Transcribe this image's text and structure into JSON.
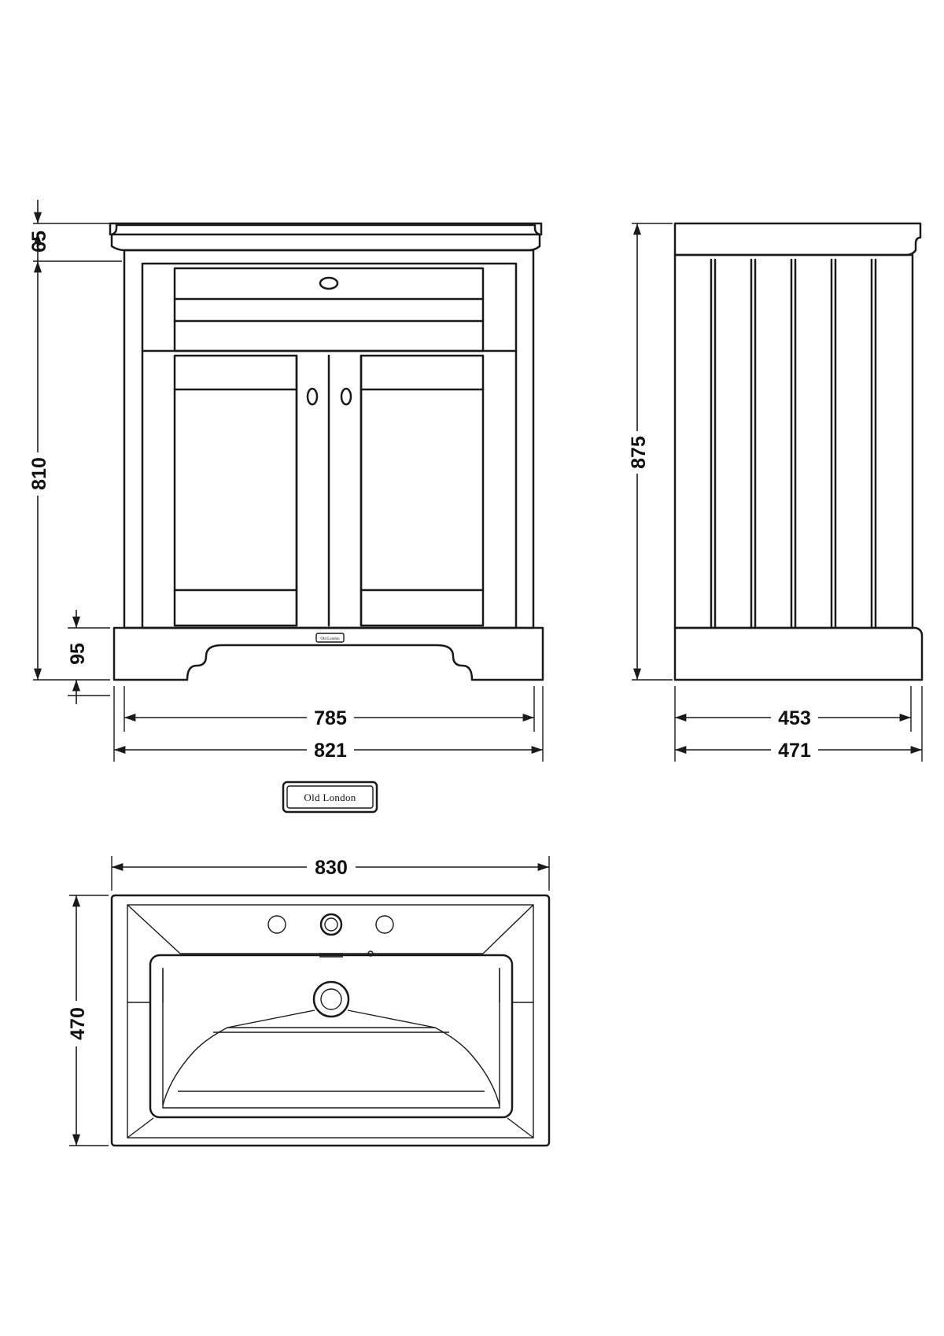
{
  "front_view": {
    "dim_top": "65",
    "dim_height": "810",
    "dim_plinth": "95",
    "dim_inner_width": "785",
    "dim_outer_width": "821",
    "badge_text": "Old London"
  },
  "side_view": {
    "dim_height": "875",
    "dim_inner_depth": "453",
    "dim_outer_depth": "471"
  },
  "logo": {
    "text": "Old London"
  },
  "basin_plan": {
    "dim_width": "830",
    "dim_depth": "470"
  }
}
